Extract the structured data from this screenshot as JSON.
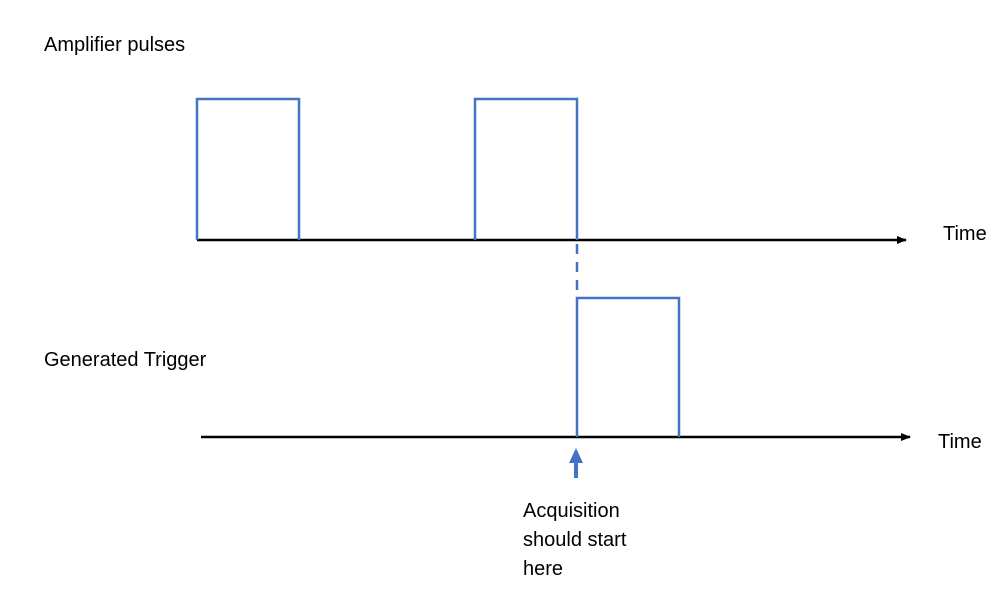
{
  "diagram": {
    "top_signal": {
      "title": "Amplifier pulses",
      "axis_label": "Time"
    },
    "bottom_signal": {
      "title": "Generated Trigger",
      "axis_label": "Time"
    },
    "annotation": {
      "lines": [
        "Acquisition",
        "should start",
        "here"
      ]
    },
    "colors": {
      "pulse": "#4472C4",
      "axis": "#000000",
      "arrow": "#4472C4"
    }
  }
}
